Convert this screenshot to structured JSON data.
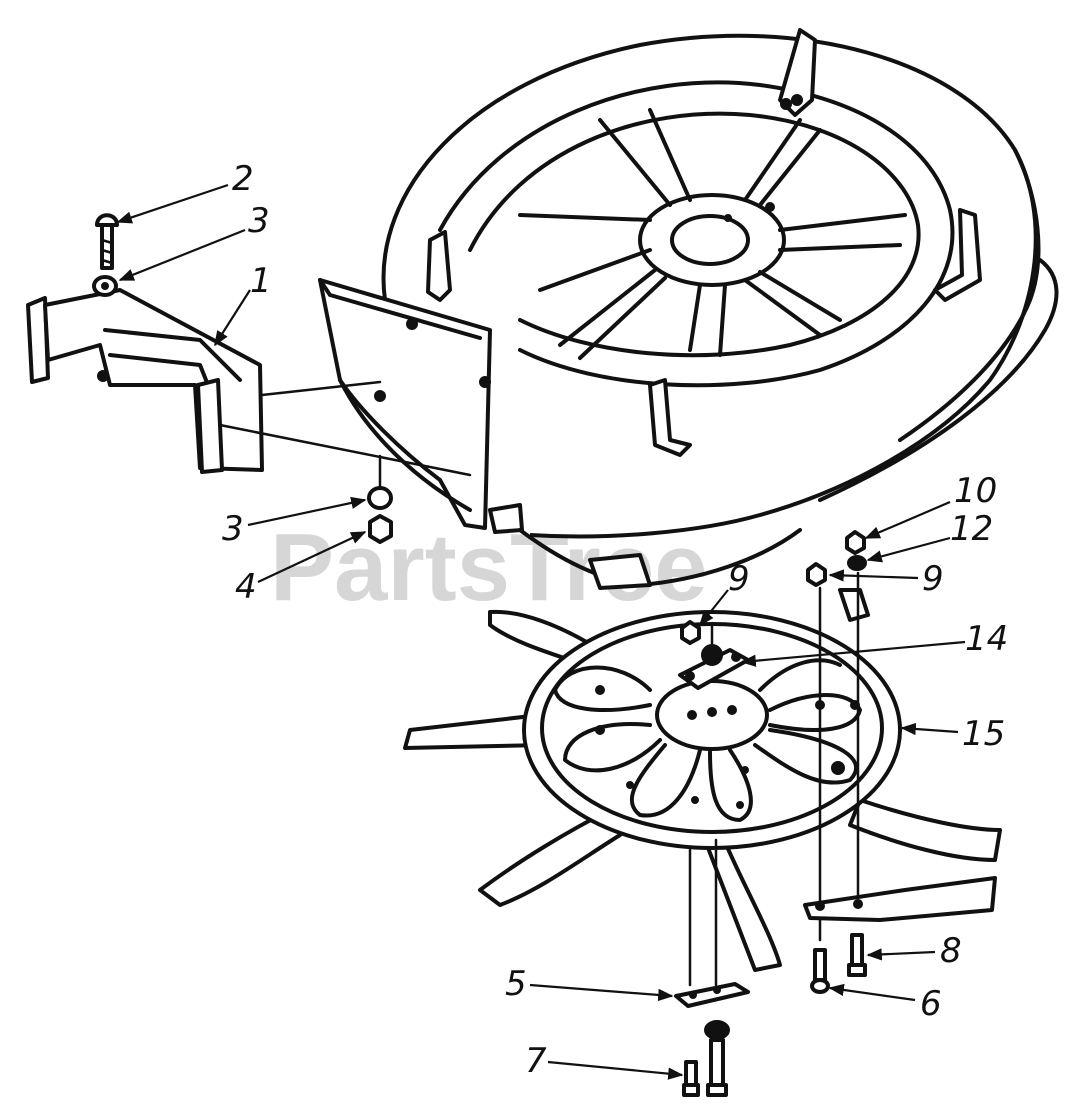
{
  "watermark": "PartsTree",
  "callouts": {
    "c1": "1",
    "c2": "2",
    "c3a": "3",
    "c3b": "3",
    "c4": "4",
    "c5": "5",
    "c6": "6",
    "c7": "7",
    "c8": "8",
    "c9a": "9",
    "c9b": "9",
    "c10": "10",
    "c12": "12",
    "c14": "14",
    "c15": "15"
  }
}
